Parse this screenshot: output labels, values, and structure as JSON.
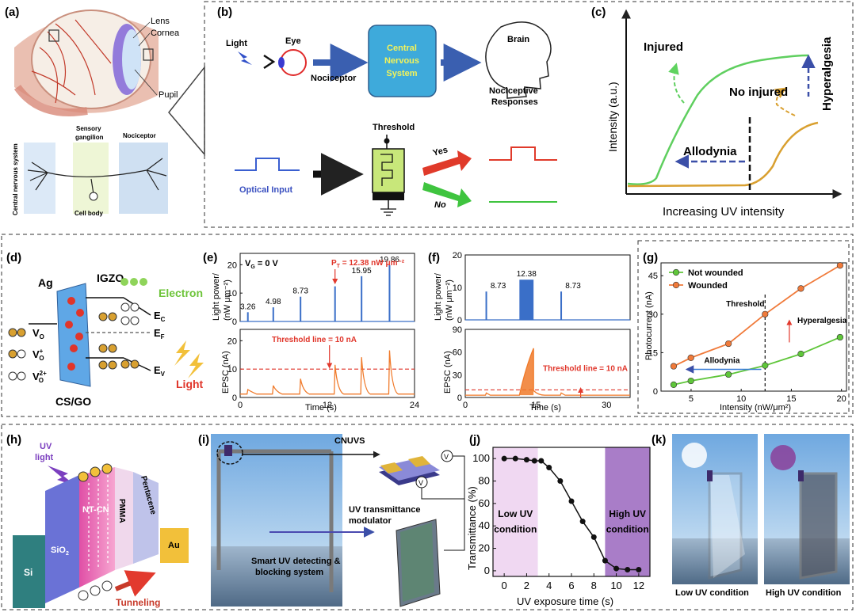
{
  "panels": {
    "a": {
      "letter": "(a)",
      "eye_labels": [
        "Lens",
        "Cornea",
        "Pupil"
      ],
      "nerve_labels": [
        "Central nervous system",
        "Sensory",
        "gangilion",
        "Nociceptor",
        "Cell body"
      ]
    },
    "b": {
      "letter": "(b)",
      "light": "Light",
      "eye": "Eye",
      "nociceptor": "Nociceptor",
      "cns": [
        "Central",
        "Nervous",
        "System"
      ],
      "brain": "Brain",
      "responses": [
        "Nociceptive",
        "Responses"
      ],
      "threshold": "Threshold",
      "optical_input": "Optical Input",
      "yes": "Yes",
      "no": "No"
    },
    "c": {
      "letter": "(c)",
      "injured": "Injured",
      "no_injured": "No injured",
      "hyperalgesia": "Hyperalgesia",
      "allodynia": "Allodynia",
      "ylabel": "Intensity (a.u.)",
      "xlabel": "Increasing UV intensity"
    },
    "d": {
      "letter": "(d)",
      "ag": "Ag",
      "igzo": "IGZO",
      "csgo": "CS/GO",
      "electron": "Electron",
      "light": "Light",
      "ec": "E",
      "ec_sub": "C",
      "ef": "E",
      "ef_sub": "F",
      "ev": "E",
      "ev_sub": "V",
      "vo": "V",
      "vo_sub": "O",
      "vo_plus_sup": "+",
      "vo_2plus_sup": "2+"
    },
    "h": {
      "letter": "(h)",
      "uv": "UV",
      "uv2": "light",
      "si": "Si",
      "sio2": "SiO",
      "sio2_sub": "2",
      "ntcn": "NT-CN",
      "pmma": "PMMA",
      "pentacene": "Pentacene",
      "au": "Au",
      "tunneling": "Tunneling"
    },
    "i": {
      "letter": "(i)",
      "cnuvs": "CNUVS",
      "modulator": [
        "UV transmittance",
        "modulator"
      ],
      "system": [
        "Smart UV detecting &",
        "blocking system"
      ]
    },
    "k": {
      "letter": "(k)",
      "low": "Low UV condition",
      "high": "High UV condition"
    }
  },
  "chart_data": [
    {
      "id": "e",
      "letter": "(e)",
      "type": "line",
      "xlabel": "Time (s)",
      "xlim": [
        0,
        24
      ],
      "xticks": [
        0,
        12,
        24
      ],
      "top": {
        "ylabel": [
          "Light power/",
          "(nW μm⁻²)"
        ],
        "ylim": [
          0,
          24
        ],
        "yticks": [
          0,
          10,
          20
        ],
        "gate_label": "V",
        "gate_sub": "G",
        "gate_value": " = 0 V",
        "pt_label": "P",
        "pt_sub": "T",
        "pt_value": " = 12.38 nW μm⁻²",
        "pulses_t": [
          0.95,
          4.45,
          8.2,
          12.95,
          16.6,
          20.45
        ],
        "pulses_v": [
          3.26,
          4.98,
          8.73,
          12.38,
          15.95,
          19.86
        ],
        "pulse_labels": [
          "3.26",
          "4.98",
          "8.73",
          "",
          "15.95",
          "19.86"
        ]
      },
      "bottom": {
        "ylabel": "EPSC (nA)",
        "ylim": [
          0,
          24
        ],
        "yticks": [
          0,
          10,
          20
        ],
        "threshold": 10,
        "threshold_label": "Threshold line = 10 nA",
        "peaks": [
          2.8,
          4.2,
          6.6,
          11.5,
          14.2,
          16.6
        ]
      }
    },
    {
      "id": "f",
      "letter": "(f)",
      "type": "line",
      "xlabel": "Time (s)",
      "xlim": [
        0,
        35
      ],
      "xticks": [
        0,
        15,
        30
      ],
      "top": {
        "ylabel": [
          "Light power/",
          "(nW μm⁻²)"
        ],
        "ylim": [
          0,
          20
        ],
        "yticks": [
          0,
          10,
          20
        ],
        "pulses_t": [
          4.3,
          20.2
        ],
        "pulses_v": [
          8.73,
          8.73
        ],
        "pulse_labels": [
          "8.73",
          "8.73"
        ],
        "block_t": [
          11.5,
          14.5
        ],
        "block_v": 12.38,
        "block_label": "12.38"
      },
      "bottom": {
        "ylabel": "EPSC (nA)",
        "ylim": [
          0,
          90
        ],
        "yticks": [
          0,
          30,
          60,
          90
        ],
        "threshold": 10,
        "threshold_label": "Threshold line = 10 nA",
        "small_peaks": [
          3,
          3
        ],
        "big_peak": 65
      }
    },
    {
      "id": "g",
      "letter": "(g)",
      "type": "line",
      "xlabel": "Intensity (nW/μm²)",
      "ylabel": "Photocurrent (nA)",
      "xlim": [
        2,
        20.5
      ],
      "ylim": [
        0,
        50
      ],
      "xticks": [
        5,
        10,
        15,
        20
      ],
      "yticks": [
        0,
        15,
        30,
        45
      ],
      "x": [
        3.26,
        4.98,
        8.73,
        12.38,
        15.95,
        19.86
      ],
      "series": [
        {
          "name": "Not wounded",
          "values": [
            2.5,
            4.0,
            6.5,
            10.0,
            14.5,
            21.0
          ],
          "color": "#5fc63a"
        },
        {
          "name": "Wounded",
          "values": [
            9.7,
            13.0,
            18.5,
            30.0,
            40.0,
            49.0
          ],
          "color": "#f07a3a"
        }
      ],
      "threshold_x": 12.38,
      "threshold_label": "Threshold",
      "hyperalgesia_label": "Hyperalgesia",
      "allodynia_label": "Allodynia"
    },
    {
      "id": "j",
      "letter": "(j)",
      "type": "line",
      "xlabel": "UV exposure time (s)",
      "ylabel": "Transmittance (%)",
      "xlim": [
        -1,
        13
      ],
      "ylim": [
        -5,
        110
      ],
      "xticks": [
        0,
        2,
        4,
        6,
        8,
        10,
        12
      ],
      "yticks": [
        0,
        20,
        40,
        60,
        80,
        100
      ],
      "x": [
        0,
        1,
        2,
        2.7,
        3.3,
        4,
        5,
        6,
        7,
        8,
        9,
        10,
        11,
        12
      ],
      "values": [
        100,
        100,
        99,
        98,
        98,
        92,
        80,
        62,
        44,
        30,
        9,
        2,
        1,
        1
      ],
      "low_region": [
        -1,
        3
      ],
      "high_region": [
        9,
        13
      ],
      "low_label": [
        "Low UV",
        "condition"
      ],
      "high_label": [
        "High UV",
        "condition"
      ]
    }
  ]
}
